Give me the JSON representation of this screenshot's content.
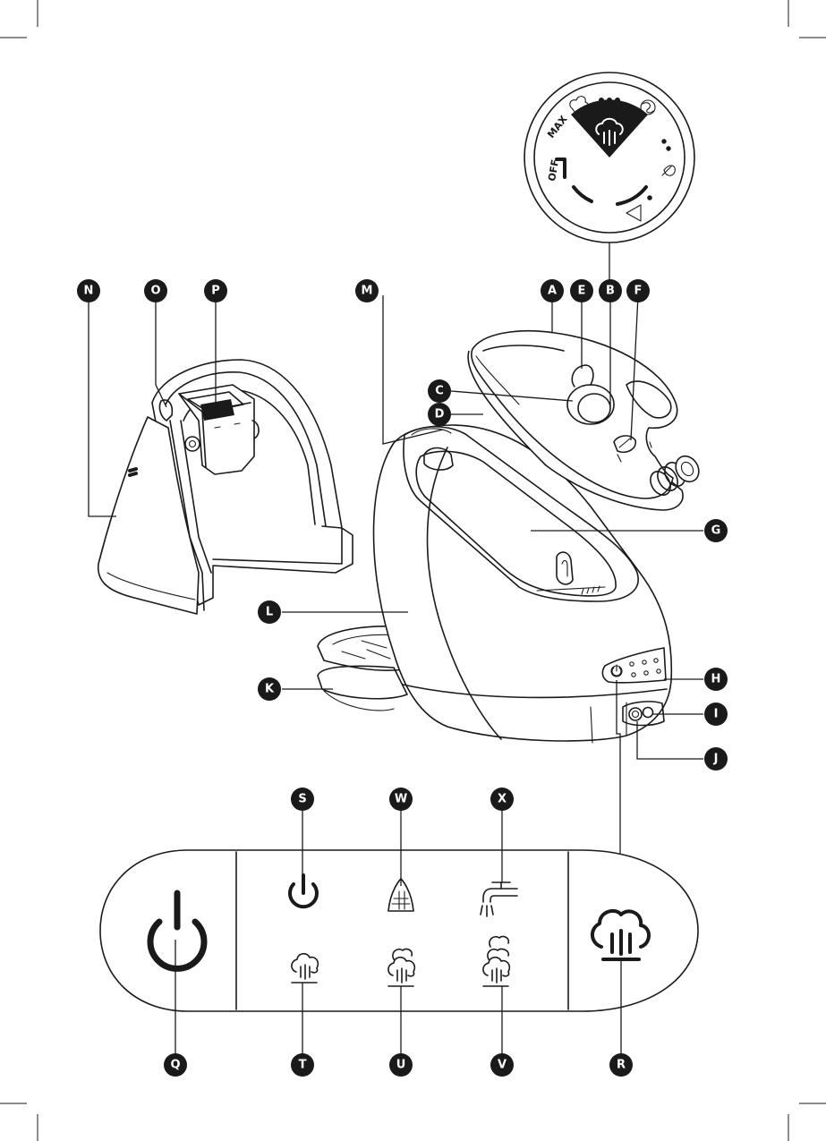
{
  "dial": {
    "max_label": "MAX",
    "off_label": "OFF"
  },
  "callouts": {
    "A": "A",
    "B": "B",
    "C": "C",
    "D": "D",
    "E": "E",
    "F": "F",
    "G": "G",
    "H": "H",
    "I": "I",
    "J": "J",
    "K": "K",
    "L": "L",
    "M": "M",
    "N": "N",
    "O": "O",
    "P": "P",
    "Q": "Q",
    "R": "R",
    "S": "S",
    "T": "T",
    "U": "U",
    "V": "V",
    "W": "W",
    "X": "X"
  },
  "icons": {
    "main_power": "power-icon",
    "standby": "standby-icon",
    "iron_plate": "iron-soleplate-icon",
    "tap": "water-tap-icon",
    "steam_low": "steam-low-icon",
    "steam_mid": "steam-mid-icon",
    "steam_high": "steam-high-icon",
    "steam_boost": "steam-boost-icon"
  }
}
